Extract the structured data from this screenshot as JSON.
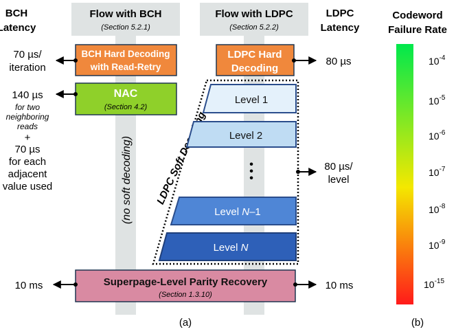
{
  "headers": {
    "bch_latency": [
      "BCH",
      "Latency"
    ],
    "flow_bch": {
      "title": "Flow with BCH",
      "section": "(Section 5.2.1)"
    },
    "flow_ldpc": {
      "title": "Flow with LDPC",
      "section": "(Section 5.2.2)"
    },
    "ldpc_latency": [
      "LDPC",
      "Latency"
    ],
    "codeword_failure": [
      "Codeword",
      "Failure Rate"
    ]
  },
  "boxes": {
    "bch_hard": [
      "BCH Hard Decoding",
      "with Read-Retry"
    ],
    "ldpc_hard": [
      "LDPC Hard",
      "Decoding"
    ],
    "nac": {
      "title": "NAC",
      "section": "(Section 4.2)"
    },
    "superpage": {
      "title": "Superpage-Level Parity Recovery",
      "section": "(Section 1.3.10)"
    }
  },
  "levels": {
    "level1": "Level 1",
    "level2": "Level 2",
    "level_n_minus_1_prefix": "Level ",
    "level_n_minus_1_var": "N",
    "level_n_minus_1_suffix": "–1",
    "level_n_prefix": "Level ",
    "level_n_var": "N",
    "ellipsis": "•\n•\n•"
  },
  "labels": {
    "no_soft": "(no soft decoding)",
    "ldpc_soft": "LDPC Soft Decoding"
  },
  "latencies": {
    "bch_hard": [
      "70 µs/",
      "iteration"
    ],
    "nac_main": "140 µs",
    "nac_note": [
      "for two",
      "neighboring",
      "reads"
    ],
    "nac_plus": "+",
    "nac_adj": [
      "70 µs",
      "for each",
      "adjacent",
      "value used"
    ],
    "bch_super": "10 ms",
    "ldpc_hard": "80 µs",
    "ldpc_soft": [
      "80 µs/",
      "level"
    ],
    "ldpc_super": "10 ms"
  },
  "scale": {
    "ticks": [
      {
        "base": "10",
        "exp": "-4"
      },
      {
        "base": "10",
        "exp": "-5"
      },
      {
        "base": "10",
        "exp": "-6"
      },
      {
        "base": "10",
        "exp": "-7"
      },
      {
        "base": "10",
        "exp": "-8"
      },
      {
        "base": "10",
        "exp": "-9"
      },
      {
        "base": "10",
        "exp": "-15"
      }
    ],
    "gradient_colors": [
      "#00e84c",
      "#f4e800",
      "#ff1a1a"
    ]
  },
  "captions": {
    "a": "(a)",
    "b": "(b)"
  },
  "colors": {
    "orange": "#f0883c",
    "green": "#8fd02a",
    "pink": "#d98aa2",
    "column_gray": "#dfe3e3",
    "level1": "#e4f1fb",
    "level2": "#bfdcf3",
    "level_n_minus_1": "#4f86d6",
    "level_n": "#2e60b8"
  }
}
